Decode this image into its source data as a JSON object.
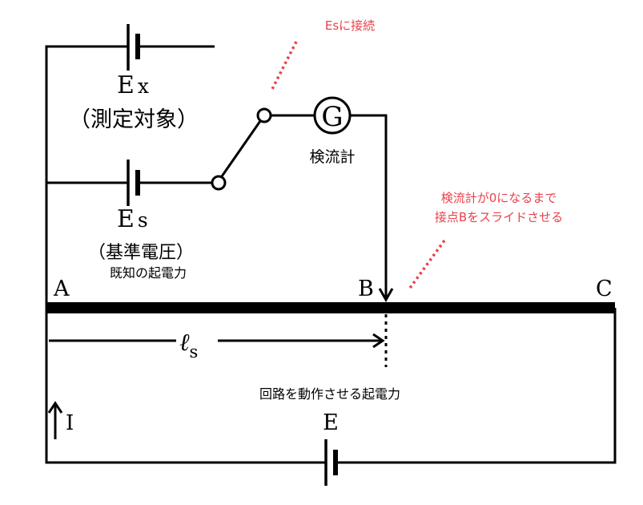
{
  "labels": {
    "ex_symbol": "E",
    "ex_subscript": "x",
    "ex_desc": "（測定対象）",
    "es_symbol": "E",
    "es_subscript": "s",
    "es_desc": "（基準電圧）",
    "es_note": "既知の起電力",
    "galvanometer_symbol": "G",
    "galvanometer": "検流計",
    "point_a": "A",
    "point_b": "B",
    "point_c": "C",
    "length_symbol": "ℓ",
    "length_subscript": "s",
    "drive_note": "回路を動作させる起電力",
    "drive_symbol": "E",
    "current_symbol": "I"
  },
  "annotations": {
    "connect_es": "Esに接続",
    "slide_line1": "検流計が0になるまで",
    "slide_line2": "接点Bをスライドさせる"
  },
  "colors": {
    "wire": "#000000",
    "annotation": "#e8414a"
  }
}
